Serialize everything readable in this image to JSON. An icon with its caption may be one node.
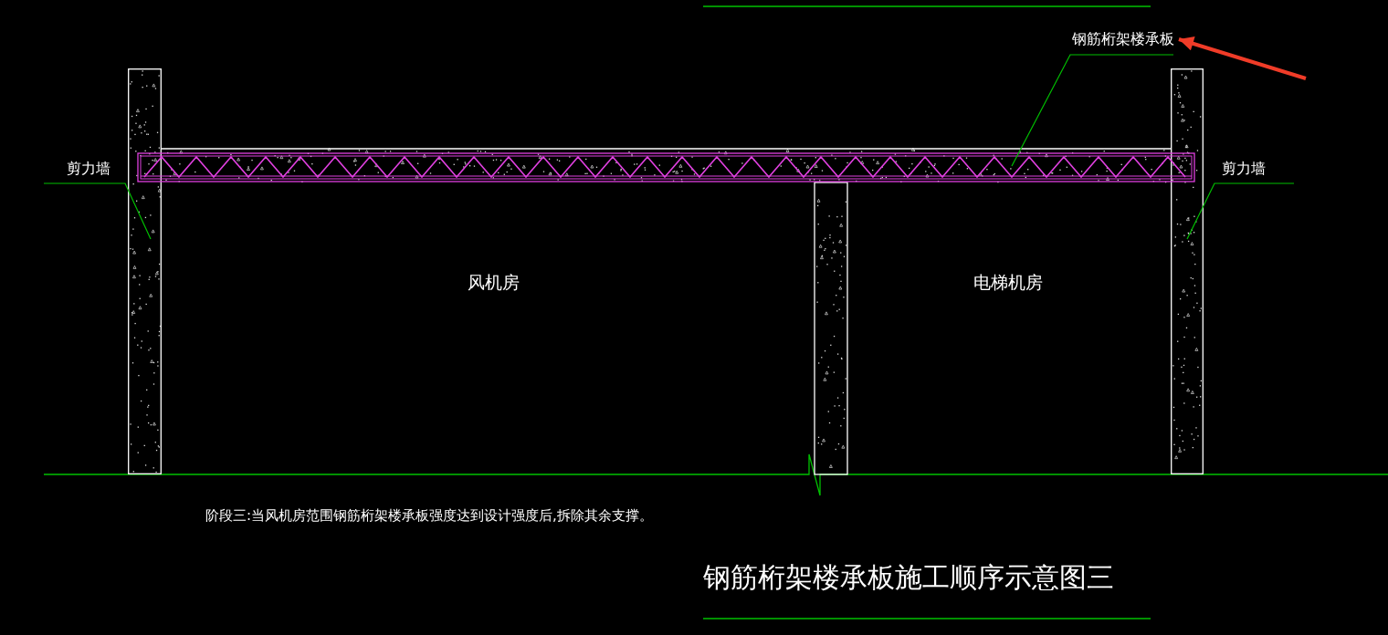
{
  "diagram": {
    "title": "钢筋桁架楼承板施工顺序示意图三",
    "nodes": [
      {
        "text": [
          "剪力墙"
        ]
      },
      {
        "text": [],
        "shape": "box"
      },
      {
        "text": [
          "剪力墙"
        ]
      },
      {
        "text": [],
        "shape": "box"
      },
      {
        "text": [
          "钢筋桁架楼承板"
        ]
      },
      {
        "text": [],
        "shape": "bar"
      }
    ],
    "edges": [
      {
        "from": 0,
        "to": 1,
        "arrow": "none"
      },
      {
        "from": 2,
        "to": 3,
        "arrow": "none"
      },
      {
        "from": 4,
        "to": 5,
        "arrow": "none"
      },
      {
        "from": null,
        "to": 4,
        "arrow": "to",
        "style": "thick",
        "color": "#f03c28"
      }
    ],
    "labels": [
      "风机房",
      "电梯机房",
      "阶段三:当风机房范围钢筋桁架楼承板强度达到设计强度后,拆除其余支撑。"
    ]
  }
}
